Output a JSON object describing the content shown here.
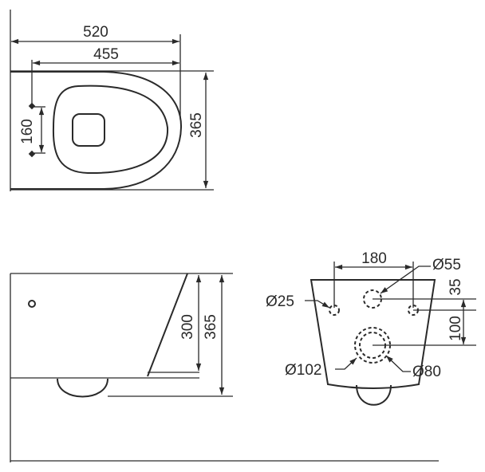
{
  "top_view": {
    "width_overall": "520",
    "width_pan": "455",
    "hinge_spacing": "160",
    "depth": "365"
  },
  "side_view": {
    "outlet_height": "300",
    "depth": "365"
  },
  "rear_view": {
    "bolt_spacing": "180",
    "inlet_diameter": "Ø55",
    "bolt_hole_diameter": "Ø25",
    "inlet_offset": "35",
    "outlet_offset": "100",
    "outlet_outer_diameter": "Ø102",
    "outlet_inner_diameter": "Ø80"
  },
  "line_color": "#2a2a2a"
}
